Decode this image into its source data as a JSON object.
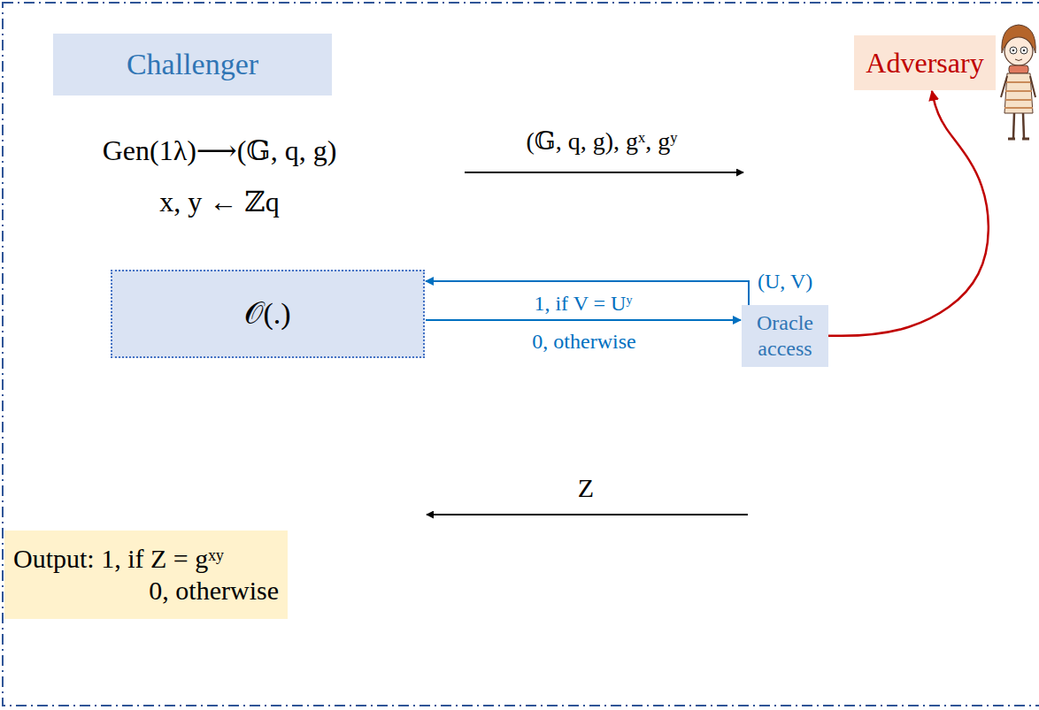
{
  "diagram": {
    "nodes": [
      {
        "text": [
          "Challenger"
        ]
      },
      {
        "text": [
          "Adversary"
        ]
      },
      {
        "text": [
          "𝒪(.)"
        ]
      },
      {
        "text": [
          "Oracle access"
        ]
      },
      {
        "text": [
          "Output: 1, if Z = gˣʸ",
          "0, otherwise"
        ]
      }
    ],
    "edges": [
      {
        "from": 3,
        "to": 2,
        "arrow": "to",
        "label": "(U, V)"
      },
      {
        "from": 2,
        "to": 3,
        "arrow": "to",
        "label": "1, if V = Uʸ"
      },
      {
        "from": 3,
        "to": 1,
        "arrow": "to"
      }
    ],
    "labels": [
      "Gen(1λ)⟶(𝔾, q, g)",
      "x, y ← ℤq",
      "(𝔾, q, g), gˣ, gʸ",
      "0, otherwise",
      "Z"
    ]
  }
}
